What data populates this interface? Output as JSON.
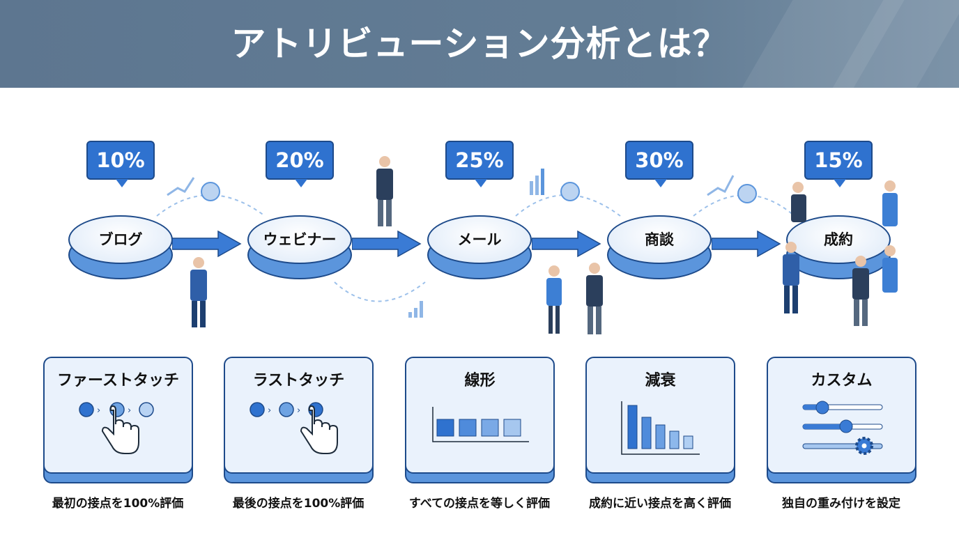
{
  "title": "アトリビューション分析とは？",
  "funnel": [
    {
      "label": "ブログ",
      "percent": "10%"
    },
    {
      "label": "ウェビナー",
      "percent": "20%"
    },
    {
      "label": "メール",
      "percent": "25%"
    },
    {
      "label": "商談",
      "percent": "30%"
    },
    {
      "label": "成約",
      "percent": "15%"
    }
  ],
  "models": [
    {
      "title": "ファーストタッチ",
      "caption": "最初の接点を100%評価",
      "icon": "first-touch-icon"
    },
    {
      "title": "ラストタッチ",
      "caption": "最後の接点を100%評価",
      "icon": "last-touch-icon"
    },
    {
      "title": "線形",
      "caption": "すべての接点を等しく評価",
      "icon": "linear-bars-icon"
    },
    {
      "title": "減衰",
      "caption": "成約に近い接点を高く評価",
      "icon": "decay-bars-icon"
    },
    {
      "title": "カスタム",
      "caption": "独自の重み付けを設定",
      "icon": "custom-sliders-icon"
    }
  ],
  "colors": {
    "header": "#5f7891",
    "accent": "#2f72cf",
    "outline": "#1d4a8a",
    "card": "#eaf2fc"
  }
}
